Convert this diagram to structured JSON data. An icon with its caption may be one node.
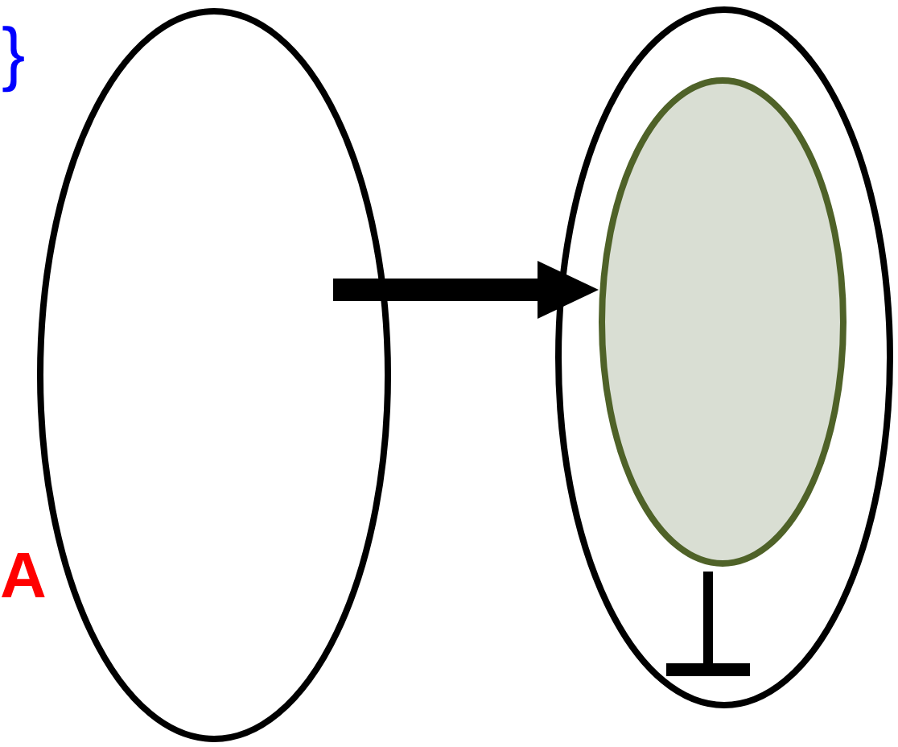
{
  "diagram": {
    "nodes": [
      {
        "text": [],
        "shape": "ellipse"
      },
      {
        "text": [],
        "shape": "ellipse"
      },
      {
        "text": [],
        "shape": "ellipse",
        "in": 1
      }
    ],
    "edges": [
      {
        "from": 0,
        "to": 2,
        "arrow": "to",
        "style": "thick"
      },
      {
        "from": 2,
        "to": null,
        "arrow": "other"
      }
    ],
    "labels": [
      "}",
      "A"
    ]
  }
}
